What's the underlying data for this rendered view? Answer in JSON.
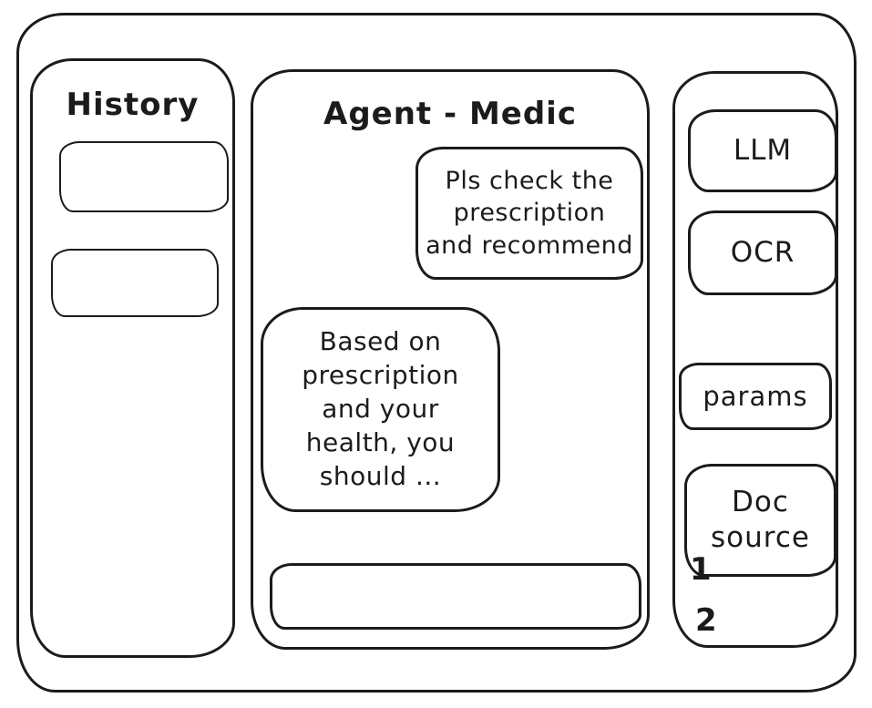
{
  "window": {
    "ink_color": "#1b1b1b",
    "background": "#ffffff"
  },
  "history_panel": {
    "title": "History",
    "items": [
      {
        "label": ""
      },
      {
        "label": ""
      }
    ]
  },
  "chat_panel": {
    "title": "Agent - Medic",
    "messages": [
      {
        "role": "user",
        "text": "Pls check the\nprescription\nand recommend"
      },
      {
        "role": "assistant",
        "text": "Based on\nprescription\nand your\nhealth, you\nshould ..."
      }
    ],
    "input": {
      "value": "",
      "placeholder": ""
    }
  },
  "tools_panel": {
    "buttons": [
      {
        "id": "llm",
        "label": "LLM"
      },
      {
        "id": "ocr",
        "label": "OCR"
      },
      {
        "id": "params",
        "label": "params"
      },
      {
        "id": "doc-source",
        "label": "Doc\nsource"
      }
    ],
    "doc_source_items": [
      "1",
      "2"
    ]
  }
}
